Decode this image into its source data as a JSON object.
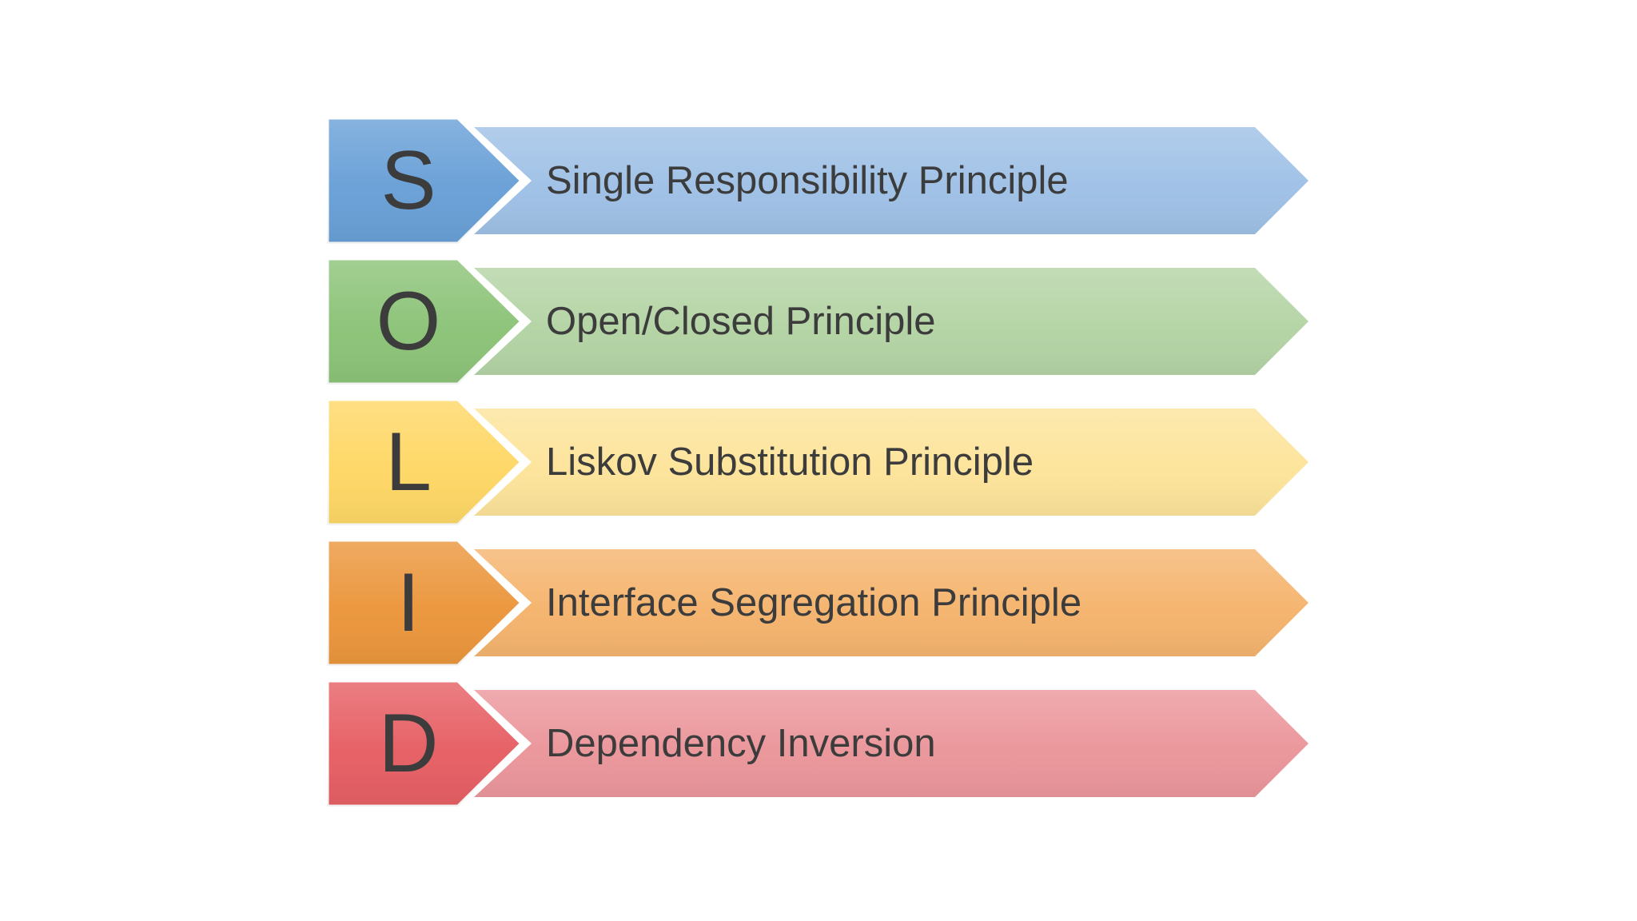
{
  "diagram": {
    "acronym": "SOLID",
    "text_color": "#3c3c3c",
    "background_color": "#ffffff"
  },
  "rows": [
    {
      "letter": "S",
      "label": "Single Responsibility Principle",
      "letter_bg": "#69A0D7",
      "banner_bg": "#9FC1E6"
    },
    {
      "letter": "O",
      "label": "Open/Closed Principle",
      "letter_bg": "#8CC378",
      "banner_bg": "#B4D4A5"
    },
    {
      "letter": "L",
      "label": "Liskov Substitution Principle",
      "letter_bg": "#FED765",
      "banner_bg": "#FDE49B"
    },
    {
      "letter": "I",
      "label": "Interface Segregation Principle",
      "letter_bg": "#EB963C",
      "banner_bg": "#F5B46E"
    },
    {
      "letter": "D",
      "label": "Dependency Inversion",
      "letter_bg": "#E65F64",
      "banner_bg": "#EB969B"
    }
  ]
}
